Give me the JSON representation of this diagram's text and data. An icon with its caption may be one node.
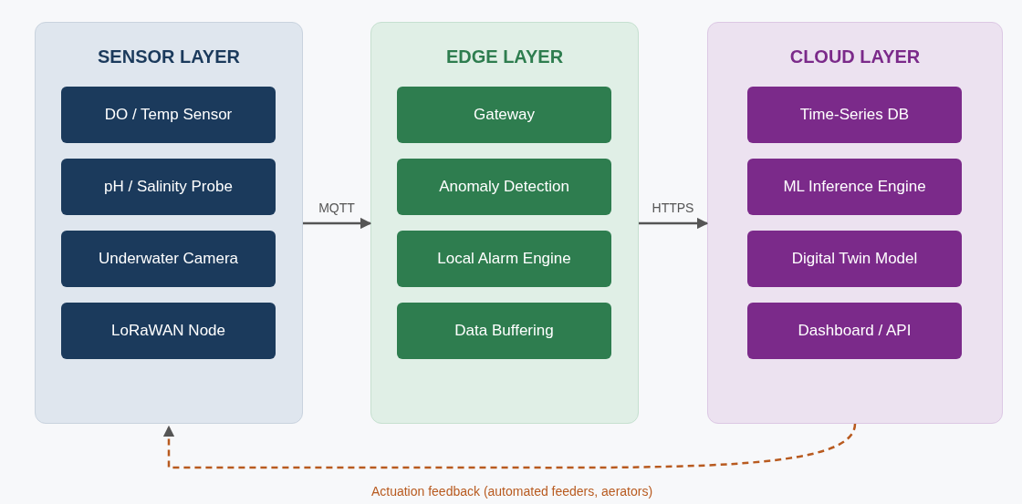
{
  "diagram": {
    "nodes": [
      {
        "text": [
          "SENSOR LAYER"
        ]
      },
      {
        "text": [
          "DO / Temp Sensor"
        ],
        "in": 0
      },
      {
        "text": [
          "pH / Salinity Probe"
        ],
        "in": 0
      },
      {
        "text": [
          "Underwater Camera"
        ],
        "in": 0
      },
      {
        "text": [
          "LoRaWAN Node"
        ],
        "in": 0
      },
      {
        "text": [
          "EDGE LAYER"
        ]
      },
      {
        "text": [
          "Gateway"
        ],
        "in": 5
      },
      {
        "text": [
          "Anomaly Detection"
        ],
        "in": 5
      },
      {
        "text": [
          "Local Alarm Engine"
        ],
        "in": 5
      },
      {
        "text": [
          "Data Buffering"
        ],
        "in": 5
      },
      {
        "text": [
          "CLOUD LAYER"
        ]
      },
      {
        "text": [
          "Time-Series DB"
        ],
        "in": 10
      },
      {
        "text": [
          "ML Inference Engine"
        ],
        "in": 10
      },
      {
        "text": [
          "Digital Twin Model"
        ],
        "in": 10
      },
      {
        "text": [
          "Dashboard / API"
        ],
        "in": 10
      }
    ],
    "edges": [
      {
        "from": 0,
        "to": 5,
        "arrow": "to",
        "label": "MQTT"
      },
      {
        "from": 5,
        "to": 10,
        "arrow": "to",
        "label": "HTTPS"
      },
      {
        "from": 10,
        "to": 0,
        "arrow": "to",
        "label": "Actuation feedback (automated feeders, aerators)",
        "style": "dashed",
        "color": "#b85a1f"
      }
    ]
  }
}
